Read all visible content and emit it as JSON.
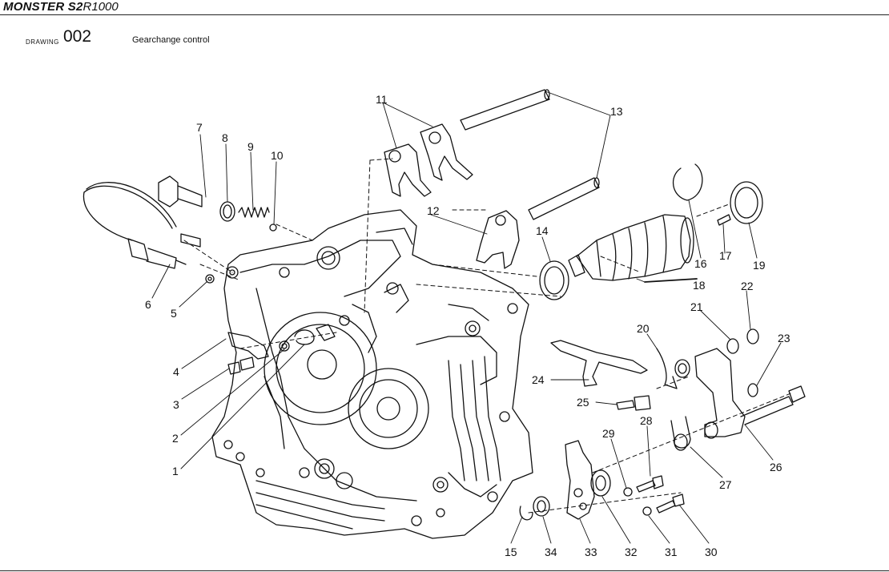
{
  "header": {
    "model_bold": "MONSTER S2",
    "model_light": "R1000"
  },
  "drawing": {
    "label": "DRAWING",
    "number": "002",
    "title": "Gearchange control"
  },
  "callouts": [
    "1",
    "2",
    "3",
    "4",
    "5",
    "6",
    "7",
    "8",
    "9",
    "10",
    "11",
    "12",
    "13",
    "14",
    "15",
    "16",
    "17",
    "18",
    "19",
    "20",
    "21",
    "22",
    "23",
    "24",
    "25",
    "26",
    "27",
    "28",
    "29",
    "30",
    "31",
    "32",
    "33",
    "34"
  ]
}
